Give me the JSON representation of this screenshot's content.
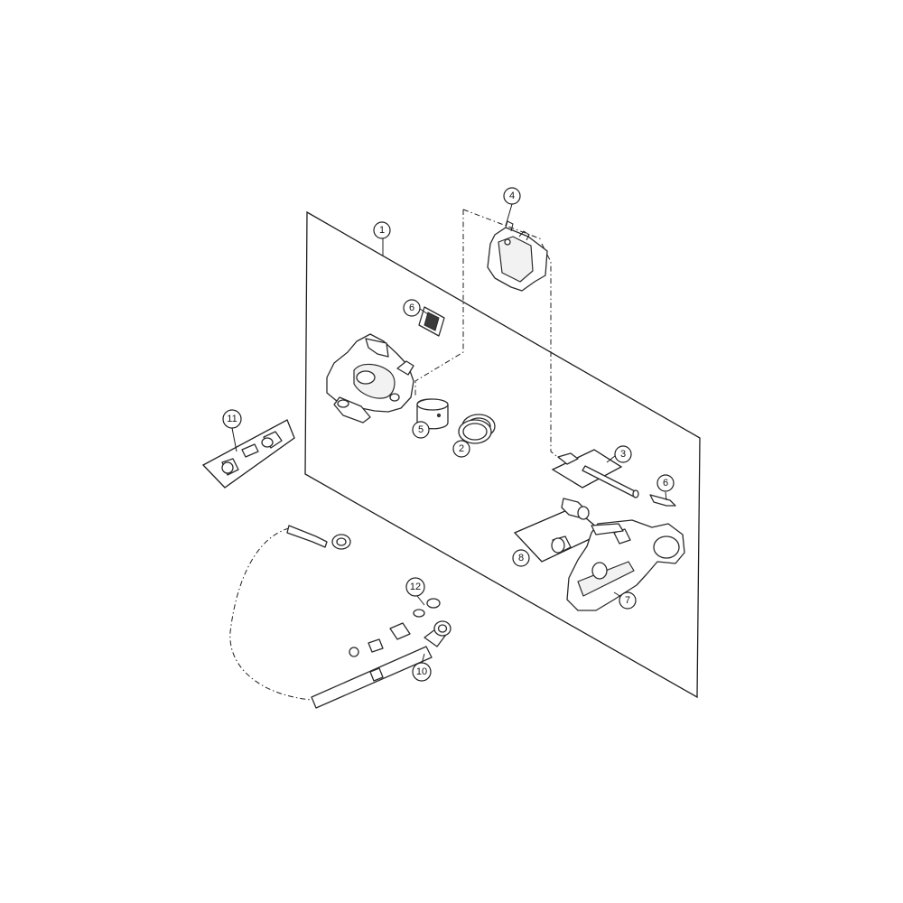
{
  "callouts": [
    {
      "id": "c1",
      "label": "1"
    },
    {
      "id": "c2",
      "label": "2"
    },
    {
      "id": "c3",
      "label": "3"
    },
    {
      "id": "c4",
      "label": "4"
    },
    {
      "id": "c5",
      "label": "5"
    },
    {
      "id": "c6a",
      "label": "6"
    },
    {
      "id": "c6b",
      "label": "6"
    },
    {
      "id": "c7",
      "label": "7"
    },
    {
      "id": "c8",
      "label": "8"
    },
    {
      "id": "c10",
      "label": "10"
    },
    {
      "id": "c11",
      "label": "11"
    },
    {
      "id": "c12",
      "label": "12"
    }
  ]
}
